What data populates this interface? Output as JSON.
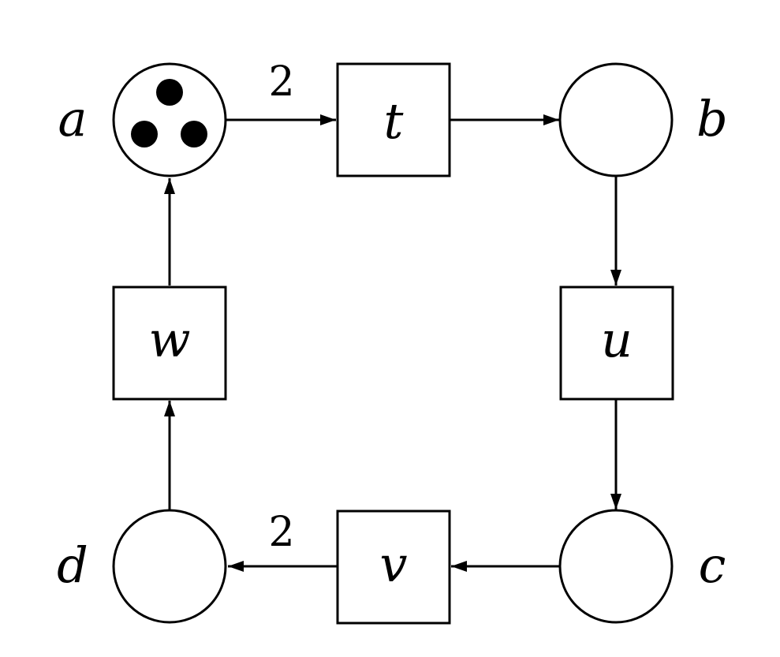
{
  "places": {
    "a": {
      "label": "a",
      "tokens": 3
    },
    "b": {
      "label": "b",
      "tokens": 0
    },
    "c": {
      "label": "c",
      "tokens": 0
    },
    "d": {
      "label": "d",
      "tokens": 0
    }
  },
  "transitions": {
    "t": {
      "label": "t"
    },
    "u": {
      "label": "u"
    },
    "v": {
      "label": "v"
    },
    "w": {
      "label": "w"
    }
  },
  "arcs": [
    {
      "from": "a",
      "to": "t",
      "weight": "2"
    },
    {
      "from": "t",
      "to": "b",
      "weight": ""
    },
    {
      "from": "b",
      "to": "u",
      "weight": ""
    },
    {
      "from": "u",
      "to": "c",
      "weight": ""
    },
    {
      "from": "c",
      "to": "v",
      "weight": ""
    },
    {
      "from": "v",
      "to": "d",
      "weight": "2"
    },
    {
      "from": "d",
      "to": "w",
      "weight": ""
    },
    {
      "from": "w",
      "to": "a",
      "weight": ""
    }
  ],
  "colors": {
    "stroke": "#000000",
    "background": "#ffffff",
    "token": "#000000"
  }
}
